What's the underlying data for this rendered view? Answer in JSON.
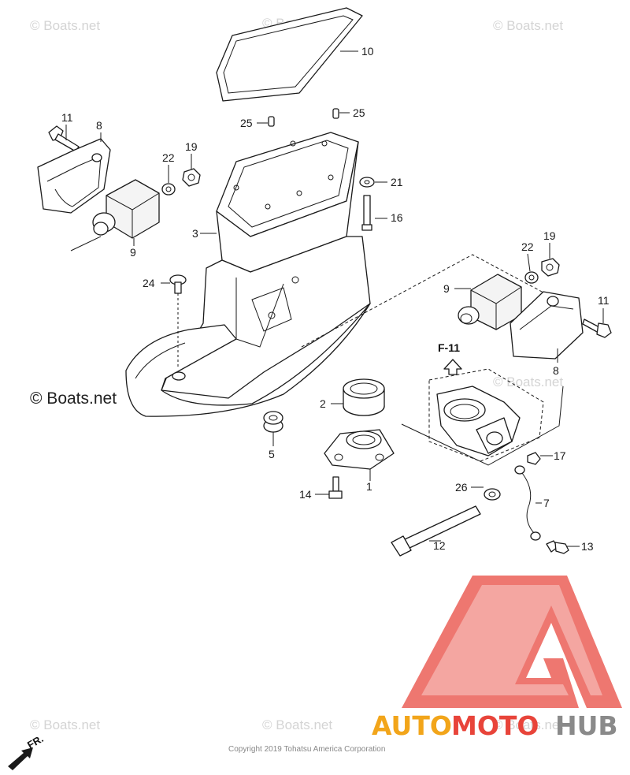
{
  "watermark": "© Boats.net",
  "watermark_main": "© Boats.net",
  "copyright": "Copyright 2019 Tohatsu America Corporation",
  "reference_label": "F-11",
  "front_label": "FR.",
  "logo": {
    "part1": "AUTO",
    "part2": "MOTO",
    "part3": "HUB",
    "color_red": "#e8443a",
    "color_orange": "#f2a51a",
    "color_gray": "#8a8a8a"
  },
  "callouts": [
    "10",
    "11",
    "8",
    "22",
    "19",
    "25",
    "25",
    "21",
    "16",
    "3",
    "9",
    "24",
    "22",
    "19",
    "9",
    "11",
    "F-11",
    "8",
    "2",
    "5",
    "1",
    "17",
    "14",
    "26",
    "7",
    "12",
    "13"
  ]
}
